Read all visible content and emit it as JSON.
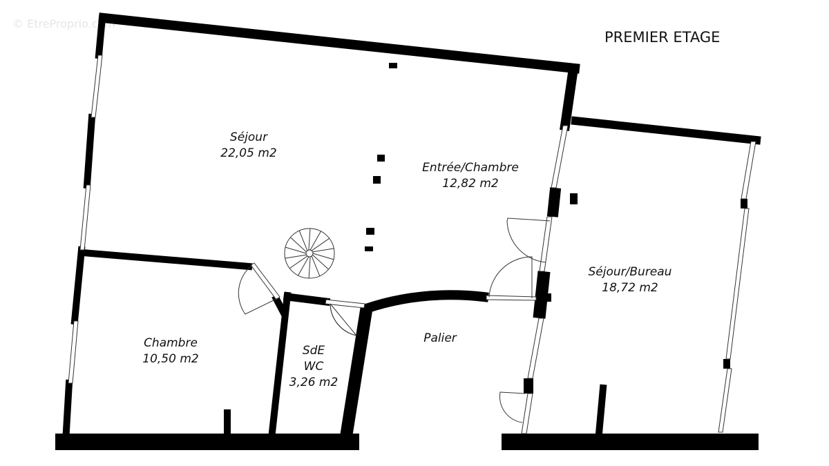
{
  "watermark": "© EtreProprio.com",
  "title": "PREMIER ETAGE",
  "rooms": [
    {
      "name": "Séjour",
      "area": "22,05 m2"
    },
    {
      "name": "Entrée/Chambre",
      "area": "12,82 m2"
    },
    {
      "name": "Séjour/Bureau",
      "area": "18,72 m2"
    },
    {
      "name": "Chambre",
      "area": "10,50 m2"
    },
    {
      "name": "SdE",
      "name2": "WC",
      "area": "3,26 m2"
    },
    {
      "name": "Palier"
    }
  ],
  "colors": {
    "wall": "#000000",
    "background": "#ffffff"
  }
}
